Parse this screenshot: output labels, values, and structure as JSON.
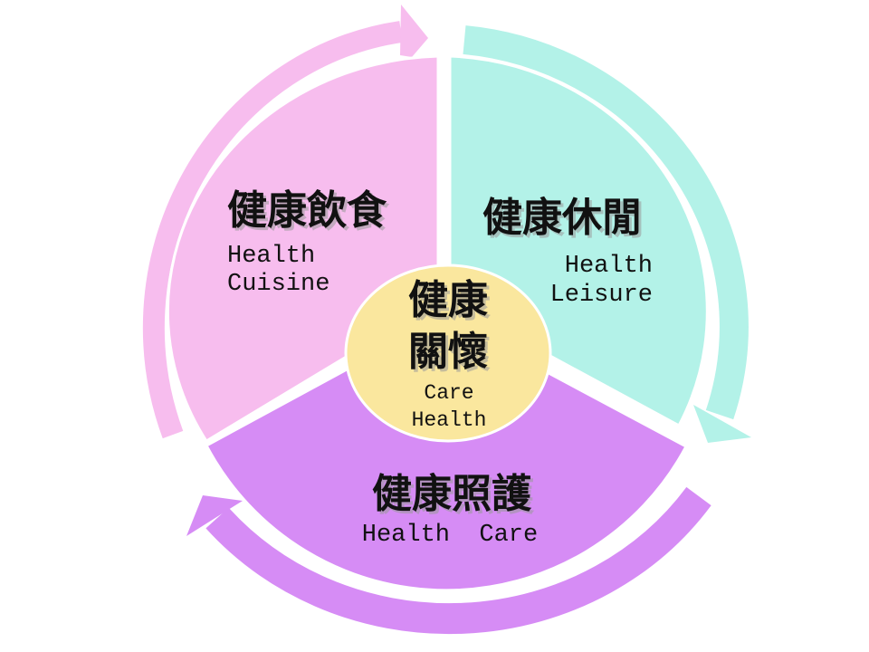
{
  "diagram": {
    "type": "cycle",
    "colors": {
      "cuisine": "#F7BDEE",
      "leisure": "#B3F2E8",
      "care": "#D68CF5",
      "center": "#FAE79E",
      "text": "#111111"
    },
    "segments": [
      {
        "id": "cuisine",
        "title_zh": "健康飲食",
        "title_en_line1": "Health",
        "title_en_line2": "Cuisine"
      },
      {
        "id": "leisure",
        "title_zh": "健康休閒",
        "title_en_line1": "Health",
        "title_en_line2": "Leisure"
      },
      {
        "id": "care",
        "title_zh": "健康照護",
        "title_en": "Health  Care"
      }
    ],
    "center": {
      "title_zh_line1": "健康",
      "title_zh_line2": "關懷",
      "title_en_line1": "Care",
      "title_en_line2": "Health"
    },
    "arrows": [
      {
        "from": "cuisine",
        "to": "leisure",
        "direction": "clockwise"
      },
      {
        "from": "leisure",
        "to": "care",
        "direction": "clockwise"
      },
      {
        "from": "care",
        "to": "cuisine",
        "direction": "clockwise"
      }
    ]
  }
}
